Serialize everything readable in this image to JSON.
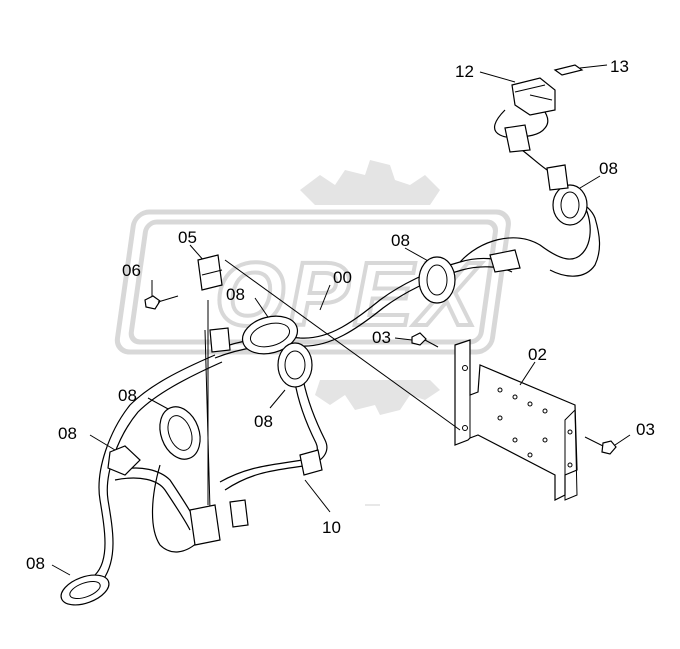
{
  "watermark": {
    "text": "OPEX"
  },
  "callouts": {
    "c00": "00",
    "c02": "02",
    "c03a": "03",
    "c03b": "03",
    "c05": "05",
    "c06": "06",
    "c08a": "08",
    "c08b": "08",
    "c08c": "08",
    "c08d": "08",
    "c08e": "08",
    "c08f": "08",
    "c08g": "08",
    "c10": "10",
    "c12": "12",
    "c13": "13"
  },
  "colors": {
    "line": "#000000",
    "watermark": "#d8d8d8",
    "background": "#ffffff"
  }
}
